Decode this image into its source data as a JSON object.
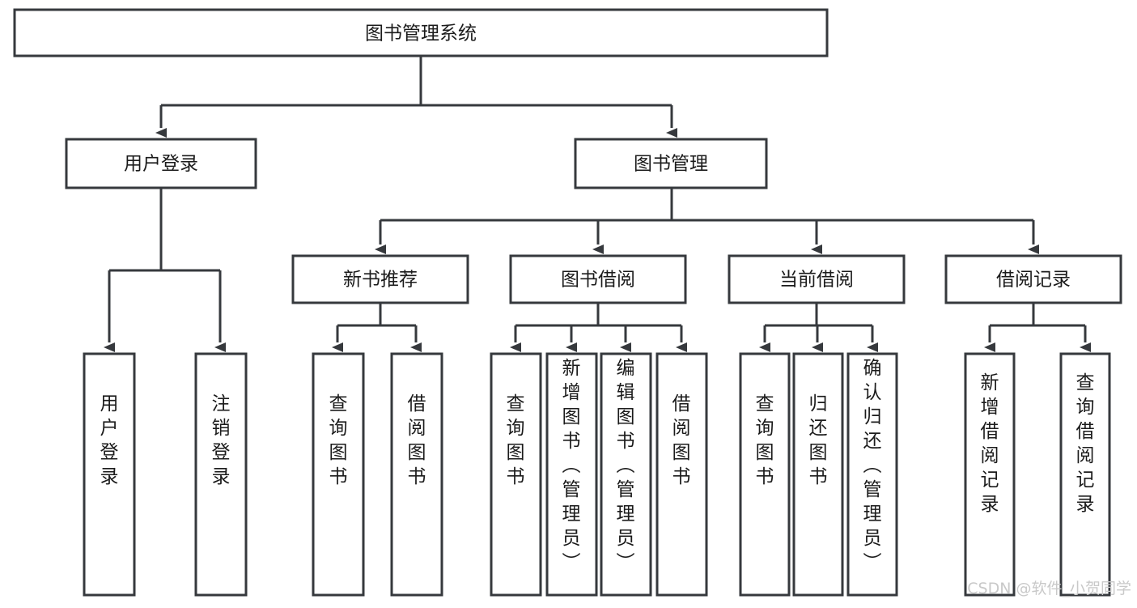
{
  "diagram": {
    "title": "图书管理系统",
    "type": "tree-hierarchy-diagram",
    "colors": {
      "stroke": "#36393d",
      "fill": "#ffffff",
      "text": "#1b1b1b",
      "watermark": "#c9c9c9"
    },
    "root": {
      "label": "图书管理系统"
    },
    "level2": [
      {
        "label": "用户登录"
      },
      {
        "label": "图书管理"
      }
    ],
    "level3": [
      {
        "label": "新书推荐"
      },
      {
        "label": "图书借阅"
      },
      {
        "label": "当前借阅"
      },
      {
        "label": "借阅记录"
      }
    ],
    "leaves": {
      "user_login": [
        {
          "label": "用户登录"
        },
        {
          "label": "注销登录"
        }
      ],
      "new_book_recommend": [
        {
          "label": "查询图书"
        },
        {
          "label": "借阅图书"
        }
      ],
      "book_borrow": [
        {
          "label": "查询图书"
        },
        {
          "label": "新增图书（管理员）"
        },
        {
          "label": "编辑图书（管理员）"
        },
        {
          "label": "借阅图书"
        }
      ],
      "current_borrow": [
        {
          "label": "查询图书"
        },
        {
          "label": "归还图书"
        },
        {
          "label": "确认归还（管理员）"
        }
      ],
      "borrow_record": [
        {
          "label": "新增借阅记录"
        },
        {
          "label": "查询借阅记录"
        }
      ]
    }
  },
  "watermark": {
    "text": "CSDN @软件_小贺同学"
  }
}
